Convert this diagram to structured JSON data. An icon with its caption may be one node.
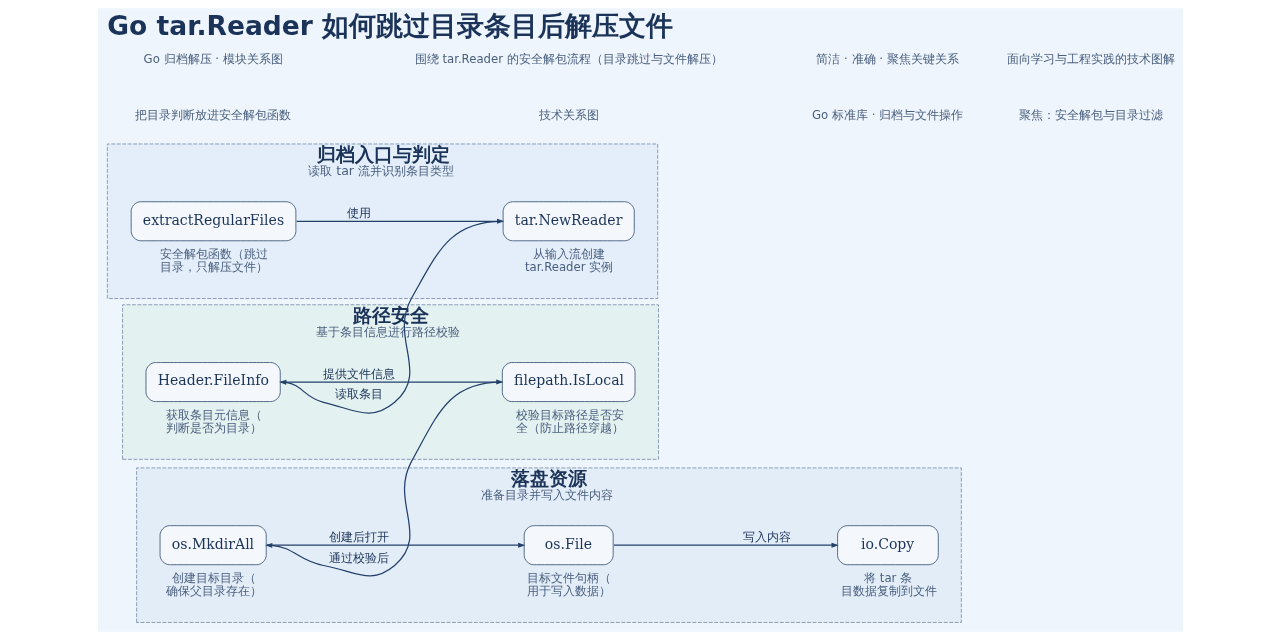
{
  "diagram": {
    "title": "Go tar.Reader 如何跳过目录条目后解压文件",
    "nodes": [
      {
        "text": [
          "归档入口与判定",
          "读取 tar 流并识别条目类型"
        ]
      },
      {
        "text": [
          "extractRegularFiles"
        ],
        "in": 0,
        "beside": [
          "安全解包函数（跳过目录，只解压文件）"
        ]
      },
      {
        "text": [
          "tar.NewReader"
        ],
        "in": 0,
        "beside": [
          "从输入流创建tar.Reader 实例"
        ]
      },
      {
        "text": [
          "路径安全",
          "基于条目信息进行路径校验"
        ]
      },
      {
        "text": [
          "Header.FileInfo"
        ],
        "in": 3,
        "beside": [
          "获取条目元信息（判断是否为目录）"
        ]
      },
      {
        "text": [
          "filepath.IsLocal"
        ],
        "in": 3,
        "beside": [
          "校验目标路径是否安全（防止路径穿越）"
        ]
      },
      {
        "text": [
          "落盘资源",
          "准备目录并写入文件内容"
        ]
      },
      {
        "text": [
          "os.MkdirAll"
        ],
        "in": 6,
        "beside": [
          "创建目标目录（确保父目录存在）"
        ]
      },
      {
        "text": [
          "os.File"
        ],
        "in": 6,
        "beside": [
          "目标文件句柄（用于写入数据）"
        ]
      },
      {
        "text": [
          "io.Copy"
        ],
        "in": 6,
        "beside": [
          "将 tar 条目数据复制到文件"
        ]
      }
    ],
    "edges": [
      {
        "from": 1,
        "to": 2,
        "arrow": "to",
        "label": "使用"
      },
      {
        "from": 2,
        "to": 4,
        "arrow": "to",
        "label": "读取条目"
      },
      {
        "from": 4,
        "to": 5,
        "arrow": "to",
        "label": "提供文件信息"
      },
      {
        "from": 5,
        "to": 7,
        "arrow": "to",
        "label": "通过校验后"
      },
      {
        "from": 7,
        "to": 8,
        "arrow": "to",
        "label": "创建后打开"
      },
      {
        "from": 8,
        "to": 9,
        "arrow": "to",
        "label": "写入内容"
      }
    ],
    "labels": [
      "把目录判断放进安全解包函数",
      "技术关系图",
      "Go 标准库 · 归档与文件操作",
      "聚焦：安全解包与目录过滤",
      "Go 归档解压 · 模块关系图",
      "围绕 tar.Reader 的安全解包流程（目录跳过与文件解压）",
      "简洁 · 准确 · 聚焦关键关系",
      "面向学习与工程实践的技术图解"
    ]
  }
}
